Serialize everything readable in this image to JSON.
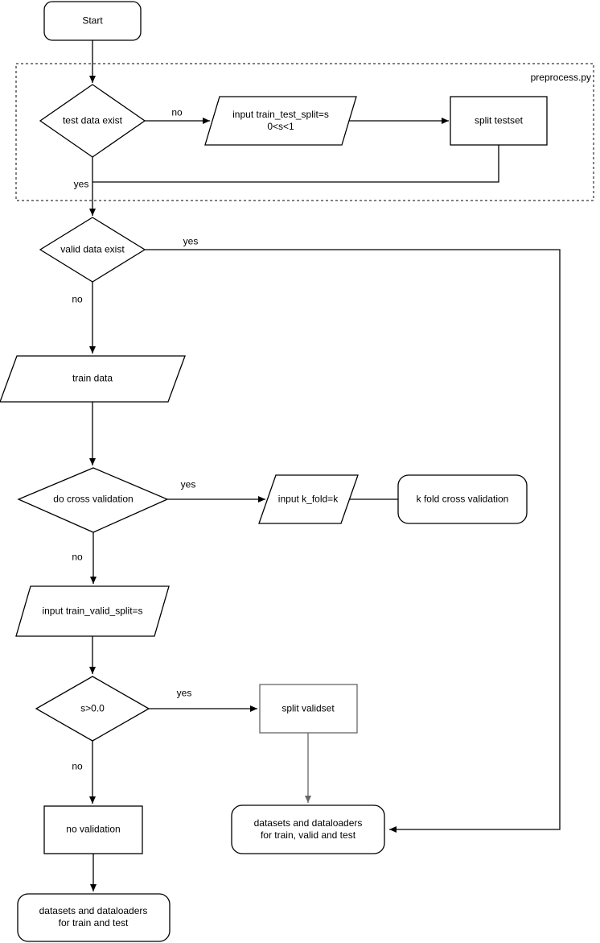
{
  "container": {
    "label": "preprocess.py"
  },
  "nodes": {
    "start": {
      "label": "Start",
      "type": "terminator"
    },
    "test_data_exist": {
      "label": "test data exist",
      "type": "decision"
    },
    "input_train_test_split": {
      "line1": "input train_test_split=s",
      "line2": "0<s<1",
      "type": "input"
    },
    "split_testset": {
      "label": "split testset",
      "type": "process"
    },
    "valid_data_exist": {
      "label": "valid data exist",
      "type": "decision"
    },
    "train_data": {
      "label": "train data",
      "type": "input"
    },
    "do_cross_validation": {
      "label": "do cross validation",
      "type": "decision"
    },
    "input_k_fold": {
      "label": "input k_fold=k",
      "type": "input"
    },
    "k_fold_cross_validation": {
      "label": "k fold cross validation",
      "type": "terminator"
    },
    "input_train_valid_split": {
      "label": "input train_valid_split=s",
      "type": "input"
    },
    "s_gt_zero": {
      "label": "s>0.0",
      "type": "decision"
    },
    "split_validset": {
      "label": "split validset",
      "type": "process"
    },
    "no_validation": {
      "label": "no validation",
      "type": "process"
    },
    "datasets_train_valid_test": {
      "line1": "datasets and dataloaders",
      "line2": "for train, valid and test",
      "type": "terminator"
    },
    "datasets_train_test": {
      "line1": "datasets and dataloaders",
      "line2": "for train and test",
      "type": "terminator"
    }
  },
  "edge_labels": {
    "test_data_no": "no",
    "test_data_yes": "yes",
    "valid_data_yes": "yes",
    "valid_data_no": "no",
    "cross_validation_yes": "yes",
    "cross_validation_no": "no",
    "s_gt_zero_yes": "yes",
    "s_gt_zero_no": "no"
  },
  "colors": {
    "stroke": "#000000",
    "split_validset_stroke": "#666666",
    "background": "#ffffff",
    "text": "#000000"
  }
}
